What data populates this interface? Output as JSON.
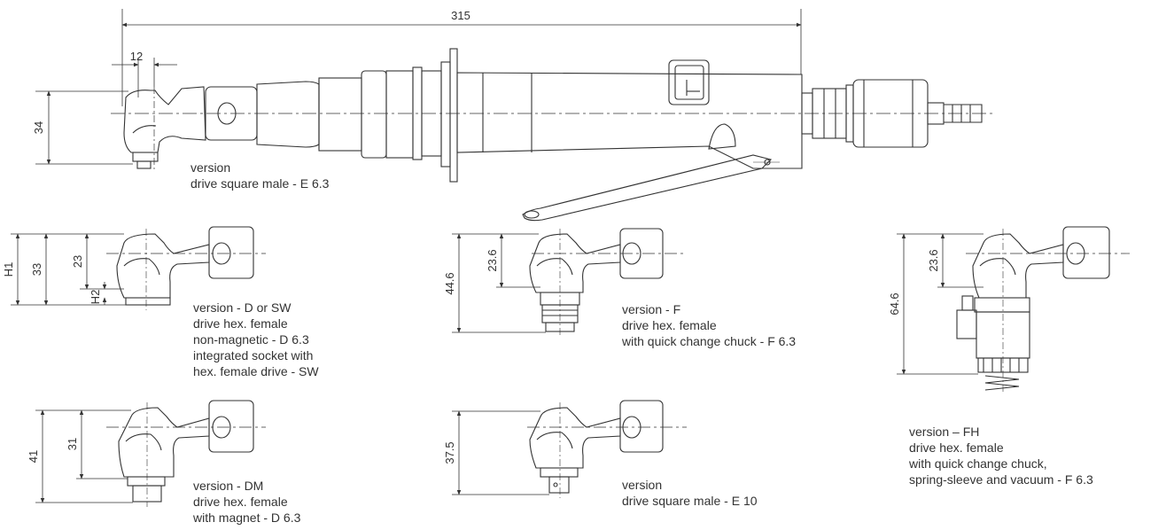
{
  "dimensions": {
    "overall_length": "315",
    "head_offset": "12",
    "main_height": "34",
    "d_h1": "H1",
    "d_33": "33",
    "d_23": "23",
    "d_h2": "H2",
    "f_44": "44.6",
    "f_23": "23.6",
    "fh_64": "64.6",
    "fh_23": "23.6",
    "dm_41": "41",
    "dm_31": "31",
    "e10_37": "37.5"
  },
  "captions": {
    "main": [
      "version",
      "drive square male - E 6.3"
    ],
    "d_sw": [
      "version - D or SW",
      "drive hex. female",
      "non-magnetic - D 6.3",
      "integrated socket with",
      "hex. female drive - SW"
    ],
    "f": [
      "version - F",
      "drive hex. female",
      "with quick change chuck - F 6.3"
    ],
    "fh": [
      "version – FH",
      "drive hex. female",
      "with quick change chuck,",
      "spring-sleeve and vacuum - F 6.3"
    ],
    "dm": [
      "version - DM",
      "drive hex. female",
      "with magnet - D 6.3"
    ],
    "e10": [
      "version",
      "drive square male - E 10"
    ]
  },
  "colors": {
    "line": "#333333"
  }
}
